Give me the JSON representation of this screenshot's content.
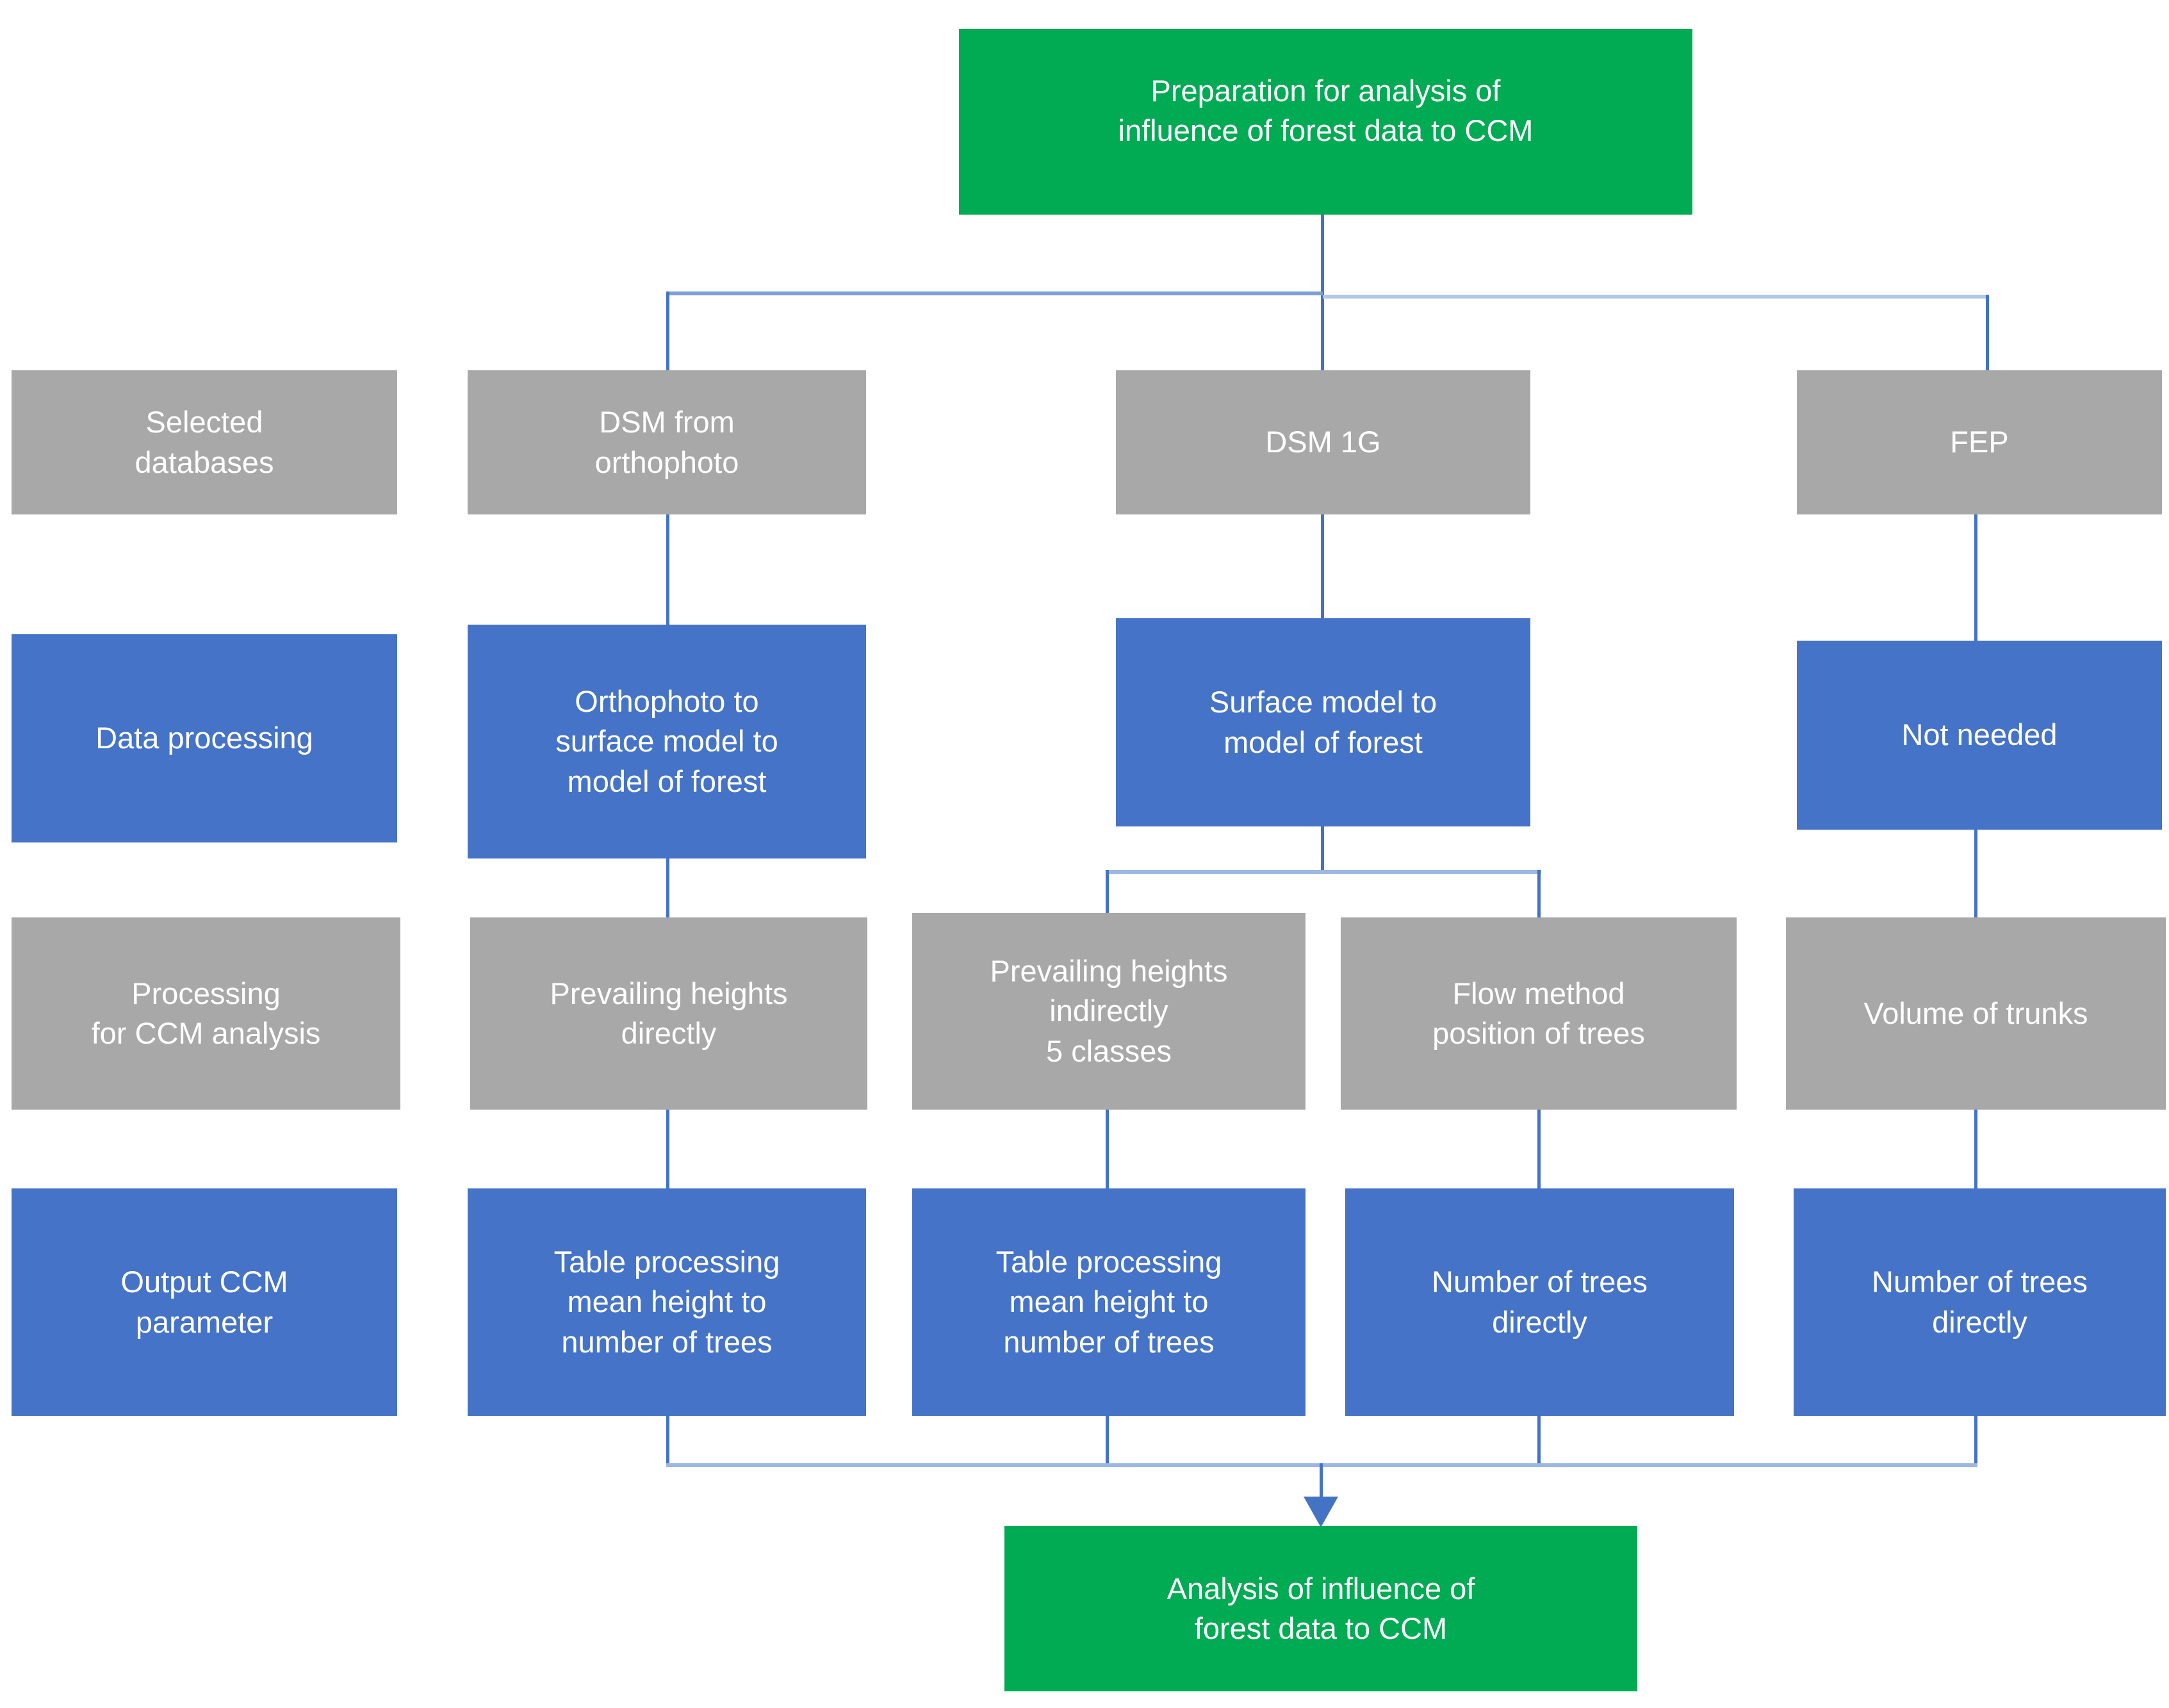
{
  "colors": {
    "start_end_green": "#01ab53",
    "process_blue": "#4473c8",
    "stage_gray": "#a8a8a8",
    "connector_blue": "#4472c4",
    "connector_light_blue": "#9db8e2",
    "text": "#ffffff"
  },
  "flowchart": {
    "start": {
      "label": "Preparation for analysis of\ninfluence of forest data to CCM"
    },
    "row_labels": {
      "sources": "Selected\ndatabases",
      "processing": "Data processing",
      "ccm": "Processing\nfor CCM analysis",
      "output": "Output CCM\nparameter"
    },
    "columns": {
      "orthophoto": {
        "source": "DSM from\northophoto",
        "processing": "Orthophoto to\nsurface model to\nmodel of forest",
        "ccm": "Prevailing heights\ndirectly",
        "output": "Table processing\nmean height to\nnumber of trees"
      },
      "dsm1g": {
        "source": "DSM 1G",
        "processing": "Surface model to\nmodel of forest",
        "ccm_left": "Prevailing heights\nindirectly\n5 classes",
        "ccm_right": "Flow method\nposition of trees",
        "output_left": "Table processing\nmean height to\nnumber of trees",
        "output_right": "Number of trees\ndirectly"
      },
      "fep": {
        "source": "FEP",
        "processing": "Not needed",
        "ccm": "Volume of trunks",
        "output": "Number of trees\ndirectly"
      }
    },
    "end": {
      "label": "Analysis of influence of\nforest data to CCM"
    }
  }
}
